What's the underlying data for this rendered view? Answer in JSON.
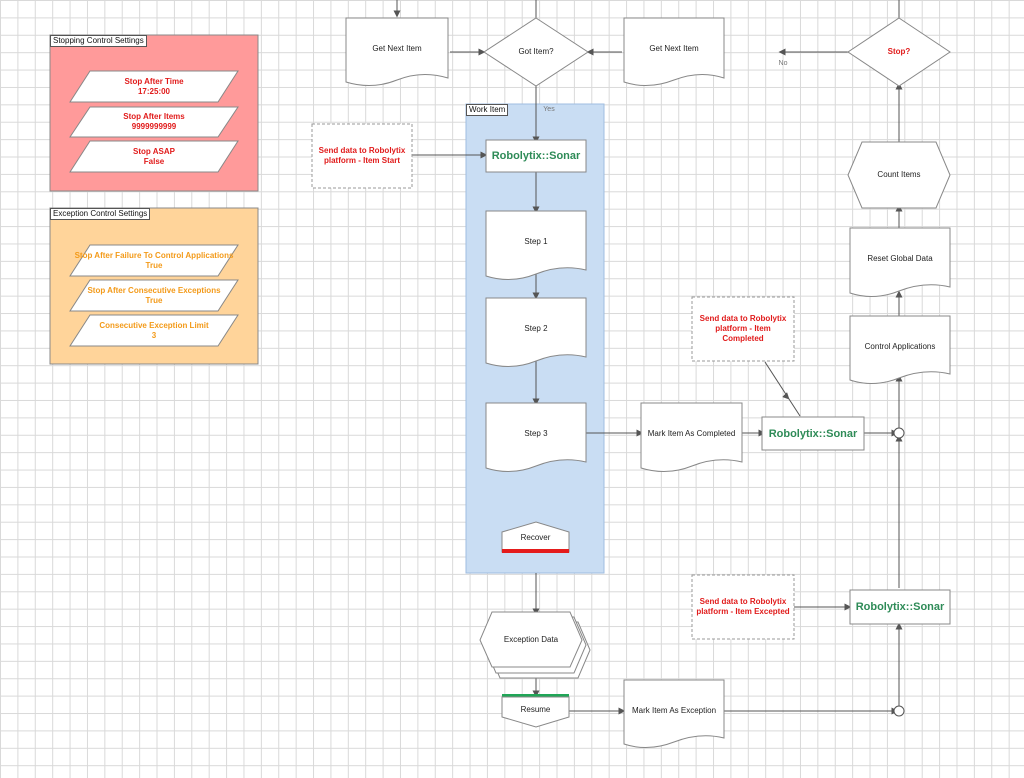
{
  "stopping_panel": {
    "title": "Stopping Control Settings",
    "items": [
      {
        "label": "Stop After Time\n17:25:00"
      },
      {
        "label": "Stop After Items\n9999999999"
      },
      {
        "label": "Stop ASAP\nFalse"
      }
    ]
  },
  "exception_panel": {
    "title": "Exception Control Settings",
    "items": [
      {
        "label": "Stop After Failure To Control Applications\nTrue"
      },
      {
        "label": "Stop After Consecutive Exceptions\nTrue"
      },
      {
        "label": "Consecutive Exception Limit\n3"
      }
    ]
  },
  "work_item": {
    "title": "Work Item"
  },
  "nodes": {
    "get_next_item_left": "Get Next Item",
    "got_item": "Got Item?",
    "get_next_item_right": "Get Next Item",
    "stop": "Stop?",
    "yes": "Yes",
    "no": "No",
    "send_item_start": "Send data to Robolytix\nplatform - Item Start",
    "sonar_top": "Robolytix::Sonar",
    "step1": "Step 1",
    "step2": "Step 2",
    "step3": "Step 3",
    "recover": "Recover",
    "exception_data": "Exception Data",
    "resume": "Resume",
    "mark_exception": "Mark Item As Exception",
    "mark_completed": "Mark Item As Completed",
    "sonar_completed": "Robolytix::Sonar",
    "send_item_completed": "Send data to Robolytix\nplatform - Item\nCompleted",
    "count_items": "Count Items",
    "reset_global": "Reset Global Data",
    "control_apps": "Control Applications",
    "send_item_excepted": "Send data to Robolytix\nplatform - Item Excepted",
    "sonar_excepted": "Robolytix::Sonar"
  },
  "colors": {
    "stop_panel": "#ff9a9a",
    "exception_panel": "#ffd49a",
    "work_item": "#c9ddf3",
    "sonar_text": "#2e8b57",
    "red_text": "#e11b1b",
    "orange_text": "#f39a19"
  }
}
